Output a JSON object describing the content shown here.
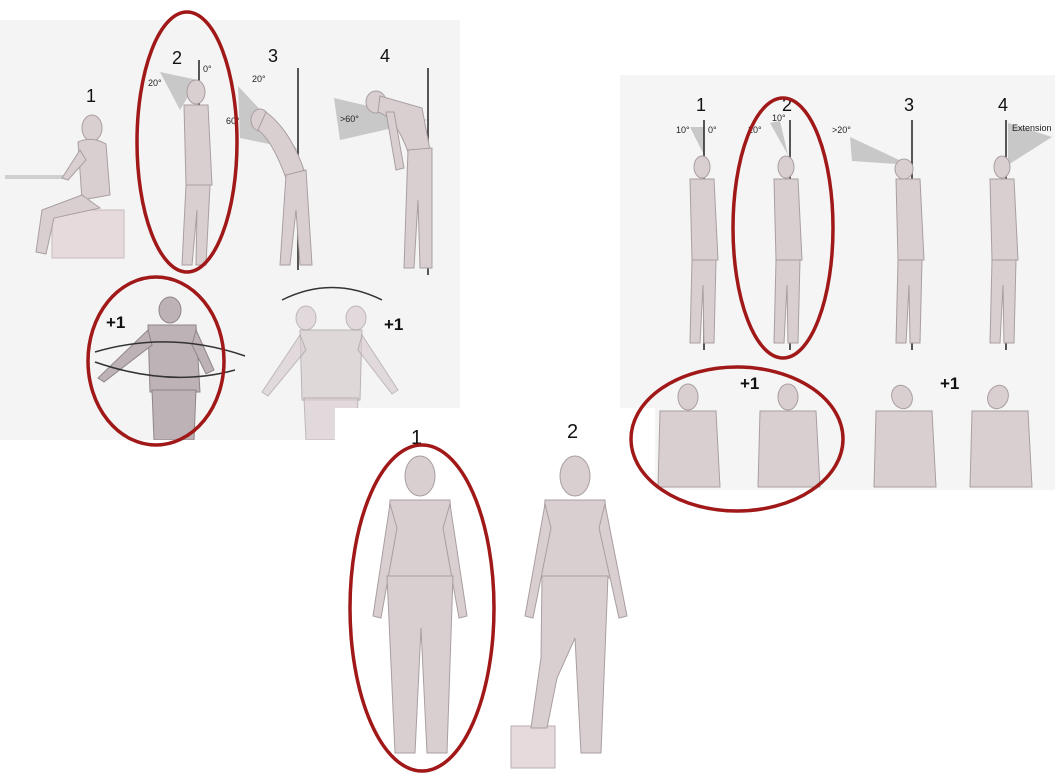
{
  "trunk": {
    "labels": [
      "1",
      "2",
      "3",
      "4"
    ],
    "angles": {
      "a2_left": "20°",
      "a2_right": "0°",
      "a3_top": "20°",
      "a3_bottom": "60°",
      "a4": ">60°"
    },
    "adjust_twist": "+1",
    "adjust_sidebend": "+1"
  },
  "neck": {
    "labels": [
      "1",
      "2",
      "3",
      "4"
    ],
    "angles": {
      "a1_left": "10°",
      "a1_right": "0°",
      "a2_left": "20°",
      "a2_top": "10°",
      "a3": ">20°",
      "a4": "Extension"
    },
    "adjust_twist": "+1",
    "adjust_sidebend": "+1"
  },
  "legs": {
    "labels": [
      "1",
      "2"
    ]
  },
  "colors": {
    "highlight": "#a01818",
    "figure": "#d9cfd1",
    "wedge": "#bdbdbd"
  }
}
